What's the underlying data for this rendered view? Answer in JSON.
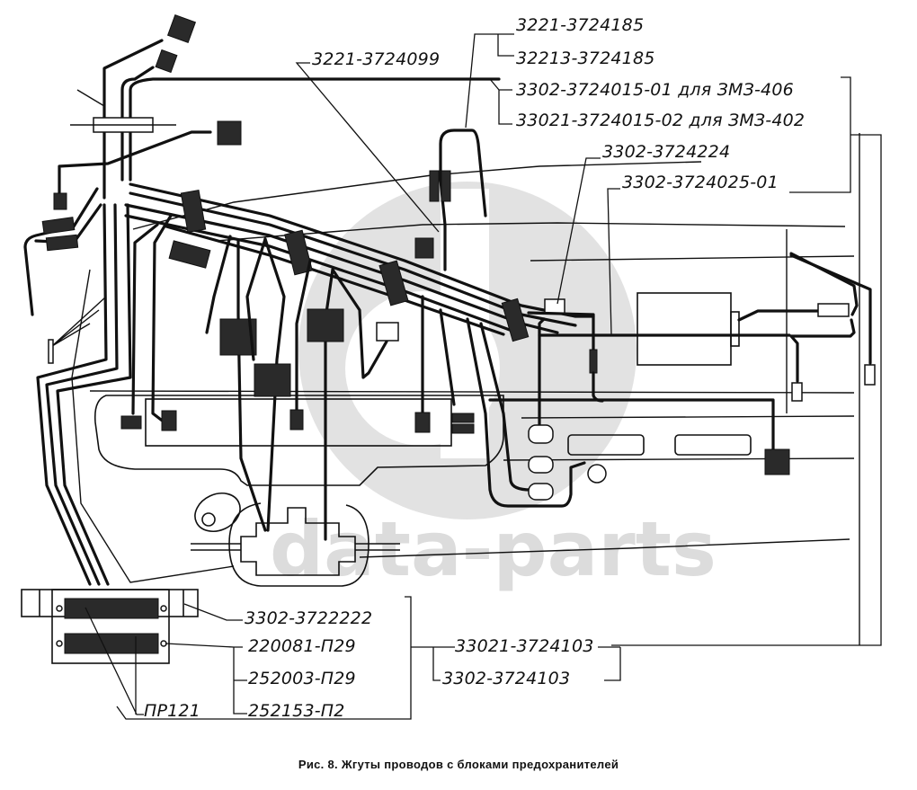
{
  "figure": {
    "caption": "Рис. 8. Жгуты проводов с блоками предохранителей",
    "watermark": "data-parts",
    "colors": {
      "ink": "#111111",
      "paper": "#ffffff",
      "watermark": "#dcdcdc"
    }
  },
  "part_labels": {
    "top_wire_a": "3221-3724185",
    "top_wire_b": "32213-3724185",
    "center_harness": "3221-3724099",
    "main_harness_406": "3302-3724015-01 для ЗМЗ-406",
    "main_harness_402": "33021-3724015-02 для ЗМЗ-402",
    "switch_harness": "3302-3724224",
    "heater_harness": "3302-3724025-01",
    "fuse_block": "3302-3722222",
    "fuse_block_connector_1": "220081-П29",
    "fuse_block_connector_2": "252003-П29",
    "fuse_block_connector_3": "252153-П2",
    "fuse_holder": "ПР121",
    "panel_harness_a": "33021-3724103",
    "panel_harness_b": "3302-3724103"
  }
}
